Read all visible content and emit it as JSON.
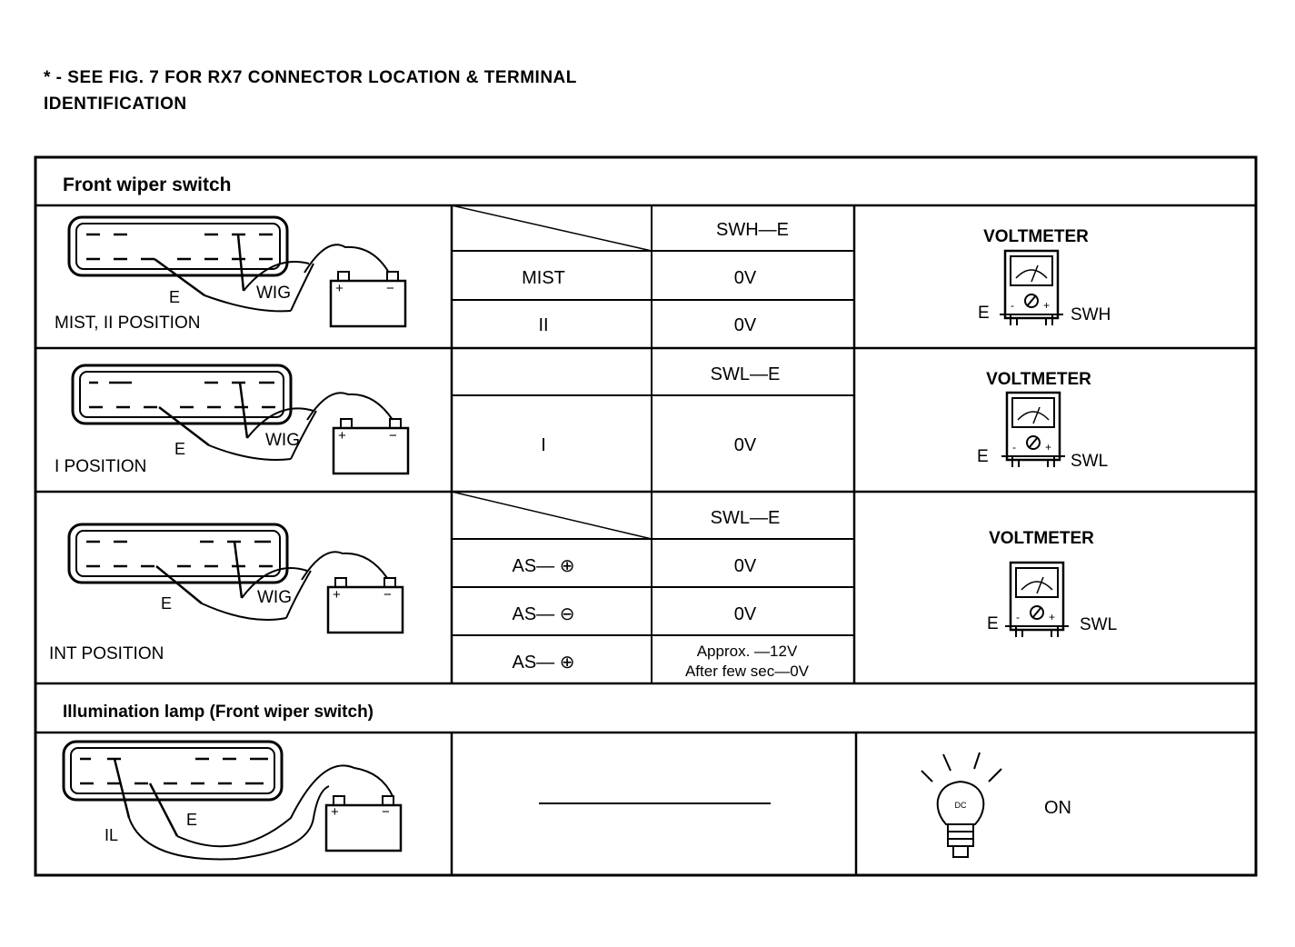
{
  "note": {
    "line1": "* - SEE FIG. 7 FOR RX7 CONNECTOR LOCATION & TERMINAL",
    "line2": "IDENTIFICATION"
  },
  "section1": {
    "title": "Front wiper switch",
    "rows": [
      {
        "position_label": "MIST, II POSITION",
        "probe_e": "E",
        "probe_wig": "WIG",
        "column_header": "SWH—E",
        "readings": [
          {
            "condition": "MIST",
            "value": "0V"
          },
          {
            "condition": "II",
            "value": "0V"
          }
        ],
        "meter_title": "VOLTMETER",
        "meter_left": "E",
        "meter_right": "SWH"
      },
      {
        "position_label": "I POSITION",
        "probe_e": "E",
        "probe_wig": "WIG",
        "column_header": "SWL—E",
        "readings": [
          {
            "condition": "I",
            "value": "0V"
          }
        ],
        "meter_title": "VOLTMETER",
        "meter_left": "E",
        "meter_right": "SWL"
      },
      {
        "position_label": "INT POSITION",
        "probe_e": "E",
        "probe_wig": "WIG",
        "column_header": "SWL—E",
        "readings": [
          {
            "condition": "AS— ⊕",
            "value": "0V"
          },
          {
            "condition": "AS— ⊖",
            "value": "0V"
          },
          {
            "condition": "AS— ⊕",
            "value_line1": "Approx. —12V",
            "value_line2": "After few sec—0V"
          }
        ],
        "meter_title": "VOLTMETER",
        "meter_left": "E",
        "meter_right": "SWL"
      }
    ]
  },
  "section2": {
    "title": "Illumination lamp (Front wiper switch)",
    "probe_il": "IL",
    "probe_e": "E",
    "lamp_state": "ON"
  },
  "symbols": {
    "battery_plus": "+",
    "battery_minus": "−",
    "meter_minus": "-",
    "meter_plus": "+",
    "bulb_mark": "DC"
  }
}
